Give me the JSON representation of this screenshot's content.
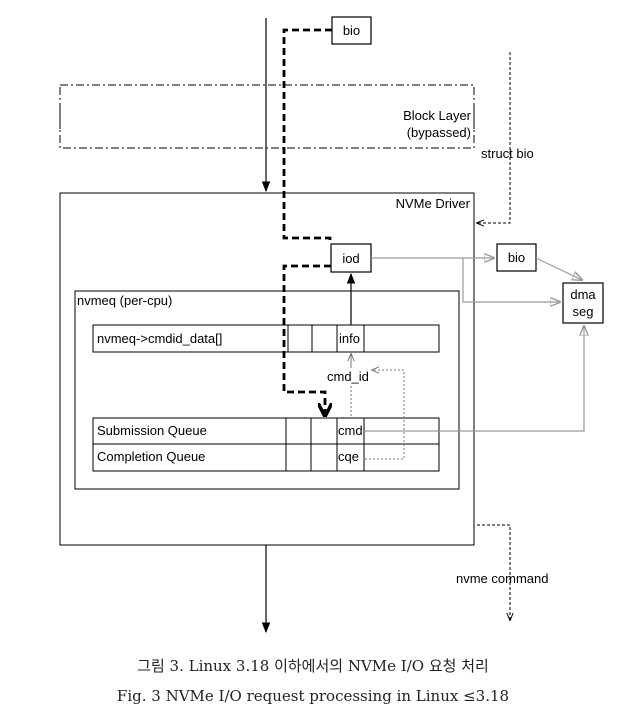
{
  "labels": {
    "bio_top": "bio",
    "block_layer_line1": "Block Layer",
    "block_layer_line2": "(bypassed)",
    "struct_bio": "struct bio",
    "nvme_driver": "NVMe Driver",
    "iod": "iod",
    "bio_right": "bio",
    "dma_line1": "dma",
    "dma_line2": "seg",
    "nvmeq": "nvmeq (per-cpu)",
    "cmdid_data": "nvmeq->cmdid_data[]",
    "info": "info",
    "cmd_id": "cmd_id",
    "submission_queue": "Submission Queue",
    "completion_queue": "Completion Queue",
    "cmd": "cmd",
    "cqe": "cqe",
    "nvme_command": "nvme command"
  },
  "caption": {
    "korean": "그림 3. Linux 3.18 이하에서의 NVMe I/O 요청 처리",
    "english": "Fig. 3 NVMe I/O request processing in Linux ≤3.18"
  }
}
